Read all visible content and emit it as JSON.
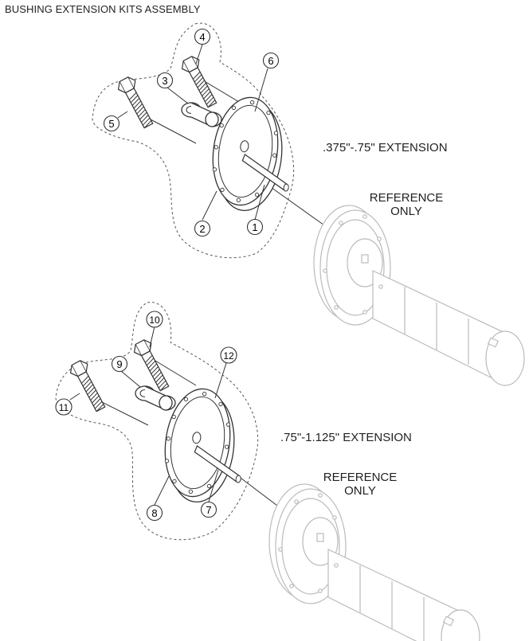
{
  "title": "BUSHING EXTENSION KITS ASSEMBLY",
  "kit1": {
    "extension_label": ".375\"-.75\" EXTENSION",
    "reference_line1": "REFERENCE",
    "reference_line2": "ONLY",
    "callouts": [
      "1",
      "2",
      "3",
      "4",
      "5",
      "6"
    ]
  },
  "kit2": {
    "extension_label": ".75\"-1.125\" EXTENSION",
    "reference_line1": "REFERENCE",
    "reference_line2": "ONLY",
    "callouts": [
      "7",
      "8",
      "9",
      "10",
      "11",
      "12"
    ]
  }
}
